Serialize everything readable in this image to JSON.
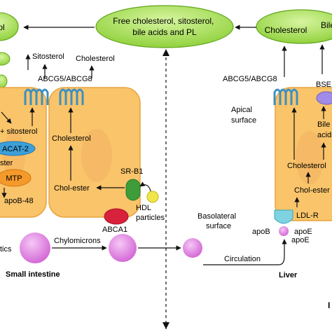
{
  "colors": {
    "cell": "#f9c46a",
    "cell_edge": "#e8a440",
    "green_ellipse": "#a6dc4e",
    "green_edge": "#62a51e",
    "purple": "#e68ce6",
    "transporter": "#3d8fc2",
    "acat2": "#3d9fd8",
    "mtp": "#f59a2a",
    "srb1": "#3f9c3a",
    "abca1": "#d8213a",
    "ldlr": "#7fd3e0",
    "bsep": "#a08ce6",
    "hdl": "#f0e64a"
  },
  "top": {
    "left_oval": "Free cholesterol, sitosterol,\nbile acids and PL",
    "right_oval_cholesterol": "Cholesterol",
    "right_oval_bile": "Bile",
    "left_edge_oval": "ol"
  },
  "intestine": {
    "sitosterol": "Sitosterol",
    "cholesterol_top": "Cholesterol",
    "transporter": "ABCG5/ABCG8",
    "plus_sitosterol": "+ sitosterol",
    "acat2": "ACAT-2",
    "ster": "ster",
    "mtp": "MTP",
    "apob48": "apoB-48",
    "cholesterol_mid": "Cholesterol",
    "chol_ester": "Chol-ester",
    "srb1": "SR-B1",
    "hdl": "HDL\nparticles",
    "abca1": "ABCA1",
    "label": "Small intestine",
    "tics": "tics",
    "chylomicrons": "Chylomicrons"
  },
  "liver": {
    "transporter": "ABCG5/ABCG8",
    "bsep": "BSE",
    "apical": "Apical\nsurface",
    "bile_acids": "Bile\nacids",
    "cholesterol": "Cholesterol",
    "chol_ester": "Chol-ester",
    "ldlr": "LDL-R",
    "basolateral": "Basolateral\nsurface",
    "apob": "apoB",
    "apoe1": "apoE",
    "apoe2": "apoE",
    "label": "Liver",
    "circulation": "Circulation",
    "edge_letter": "I"
  }
}
